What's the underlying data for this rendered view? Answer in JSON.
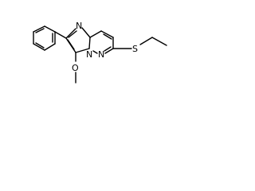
{
  "molecule": {
    "atoms": [
      {
        "id": "N1",
        "label": "N",
        "name": "nitrogen-imidazole-label"
      },
      {
        "id": "N4",
        "label": "N",
        "name": "nitrogen-bridge-label"
      },
      {
        "id": "N5",
        "label": "N",
        "name": "nitrogen-pyridazine-label"
      },
      {
        "id": "S",
        "label": "S",
        "name": "sulfur-label"
      },
      {
        "id": "O",
        "label": "O",
        "name": "oxygen-label"
      }
    ]
  }
}
